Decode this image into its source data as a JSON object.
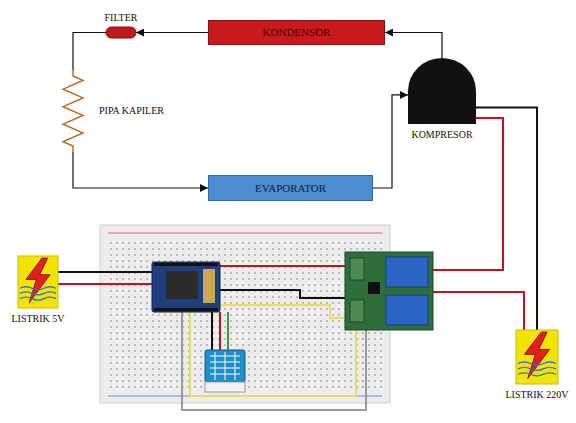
{
  "diagram": {
    "nodes": [
      {
        "text": [
          "FILTER"
        ]
      },
      {
        "text": [
          "KONDENSOR"
        ]
      },
      {
        "text": [
          "PIPA KAPILER"
        ]
      },
      {
        "text": [
          "KOMPRESOR"
        ]
      },
      {
        "text": [
          "EVAPORATOR"
        ]
      },
      {
        "text": [
          "LISTRIK 5V"
        ]
      },
      {
        "text": [
          "LISTRIK 220V"
        ]
      }
    ],
    "edges": [
      {
        "from": 3,
        "to": 1,
        "arrow": "to"
      },
      {
        "from": 1,
        "to": 0,
        "arrow": "to"
      },
      {
        "from": 0,
        "to": 2,
        "arrow": "none"
      },
      {
        "from": 2,
        "to": 4,
        "arrow": "to"
      },
      {
        "from": 4,
        "to": 3,
        "arrow": "to"
      },
      {
        "from": 3,
        "to": 6,
        "arrow": "none"
      }
    ]
  }
}
